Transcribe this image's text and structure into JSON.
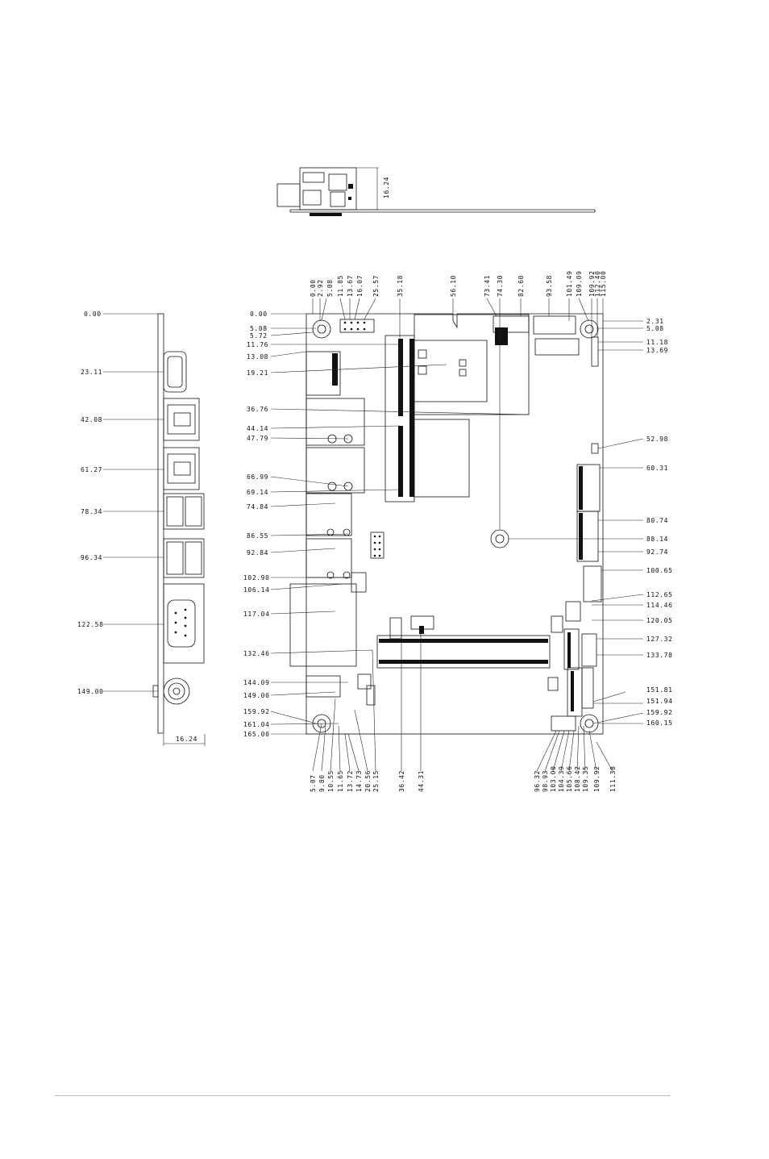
{
  "left_view": {
    "labels": [
      "0.00",
      "23.11",
      "42.08",
      "61.27",
      "78.34",
      "96.34",
      "122.58",
      "149.00"
    ],
    "bottom_width": "16.24"
  },
  "side_view": {
    "height": "16.24"
  },
  "board": {
    "top_labels": [
      "0.00",
      "2.92",
      "5.08",
      "11.85",
      "13.67",
      "16.07",
      "25.57",
      "35.18",
      "56.10",
      "73.41",
      "74.30",
      "82.60",
      "93.58",
      "101.49",
      "109.09",
      "109.92",
      "112.40",
      "115.00"
    ],
    "left_labels": [
      "0.00",
      "5.08",
      "5.72",
      "11.76",
      "13.08",
      "19.21",
      "36.76",
      "44.14",
      "47.79",
      "66.99",
      "69.14",
      "74.84",
      "86.55",
      "92.84",
      "102.90",
      "106.14",
      "117.04",
      "132.46",
      "144.09",
      "149.00",
      "159.92",
      "161.04",
      "165.00"
    ],
    "right_labels": [
      "2.31",
      "5.08",
      "11.18",
      "13.69",
      "52.98",
      "60.31",
      "80.74",
      "88.14",
      "92.74",
      "100.65",
      "112.65",
      "114.46",
      "120.05",
      "127.32",
      "133.78",
      "151.81",
      "151.94",
      "159.92",
      "160.15"
    ],
    "bottom_labels": [
      "5.07",
      "9.80",
      "10.55",
      "11.65",
      "13.72",
      "14.73",
      "20.56",
      "25.15",
      "36.42",
      "44.31",
      "96.32",
      "98.93",
      "103.00",
      "104.39",
      "105.66",
      "108.42",
      "109.35",
      "109.92",
      "111.38"
    ]
  }
}
